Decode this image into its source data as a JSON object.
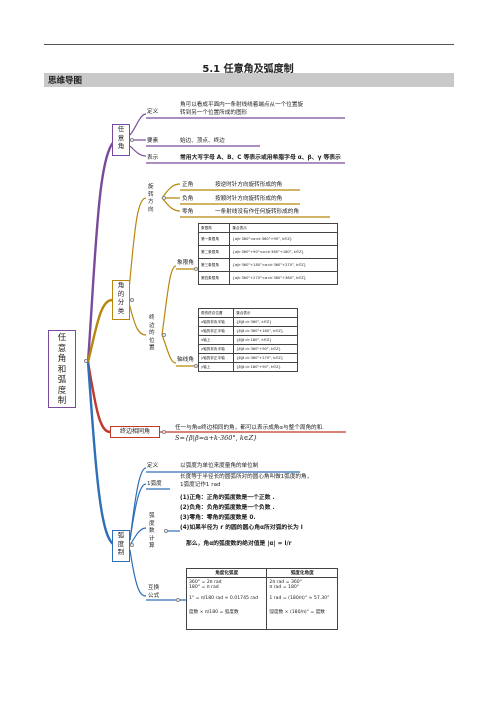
{
  "header": {
    "title": "5.1 任意角及弧度制",
    "banner": "思维导图"
  },
  "colors": {
    "purple": "#7a4a9c",
    "gold": "#b8860b",
    "red": "#c0392b",
    "blue": "#2e6fb8",
    "root": "#7a4a9c"
  },
  "root": {
    "chars": [
      "任",
      "意",
      "角",
      "和",
      "弧",
      "度",
      "制"
    ]
  },
  "ren_yi_jiao": {
    "label_chars": [
      "任",
      "意",
      "角"
    ],
    "definition_label": "定义",
    "definition_text_1": "角可以看成平面内一条射线绕着端点从一个位置旋",
    "definition_text_2": "转到另一个位置所成的图形",
    "elements_label": "要素",
    "elements_text": "始边、顶点、终边",
    "notation_label": "表示",
    "notation_text": "常用大写字母 A、B、C 等表示或用希腊字母 α、β、γ 等表示"
  },
  "jiao_fen_lei": {
    "label_chars": [
      "角",
      "的",
      "分",
      "类"
    ],
    "rotation_label": [
      "旋",
      "转",
      "方",
      "向"
    ],
    "positive_label": "正角",
    "positive_text": "按逆时针方向旋转形成的角",
    "negative_label": "负角",
    "negative_text": "按顺时针方向旋转形成的角",
    "zero_label": "零角",
    "zero_text": "一条射线没有作任何旋转形成的角",
    "terminal_label": [
      "终",
      "边",
      "的",
      "位",
      "置"
    ],
    "quadrant_label": "象限角",
    "quadrant_table": {
      "headers": [
        "象限角",
        "集合表示"
      ],
      "rows": [
        [
          "第一象限角",
          "{α|k·360°<α<k·360°+90°, k∈Z}"
        ],
        [
          "第二象限角",
          "{α|k·360°+90°<α<k·360°+180°, k∈Z}"
        ],
        [
          "第三象限角",
          "{α|k·360°+180°<α<k·360°+270°, k∈Z}"
        ],
        [
          "第四象限角",
          "{α|k·360°+270°<α<k·360°+360°, k∈Z}"
        ]
      ]
    },
    "axis_label": "轴线角",
    "axis_table": {
      "headers": [
        "角的终边位置",
        "集合表示"
      ],
      "rows": [
        [
          "x轴的非负半轴",
          "{β|β=k·360°, k∈Z}"
        ],
        [
          "x轴的非正半轴",
          "{β|β=k·360°+180°, k∈Z}"
        ],
        [
          "x轴上",
          "{β|β=k·180°, k∈Z}"
        ],
        [
          "y轴的非负半轴",
          "{β|β=k·360°+90°, k∈Z}"
        ],
        [
          "y轴的非正半轴",
          "{β|β=k·360°+270°, k∈Z}"
        ],
        [
          "y轴上",
          "{β|β=k·180°+90°, k∈Z}"
        ]
      ]
    }
  },
  "zhong_bian": {
    "label": "终边相同角",
    "text": "任一与角α终边相同的角，都可以表示成角α与整个周角的和.",
    "formula": "S={β|β=α+k·360°, k∈Z}"
  },
  "hu_du_zhi": {
    "label_chars": [
      "弧",
      "度",
      "制"
    ],
    "definition_label": "定义",
    "definition_text": "以弧度为单位来度量角的单位制",
    "one_rad_label": "1弧度",
    "one_rad_text_1": "长度等于半径长的圆弧所对的圆心角叫做1弧度的角，",
    "one_rad_text_2": "1弧度记作1 rad",
    "calc_label": [
      "弧",
      "度",
      "数",
      "计",
      "算"
    ],
    "calc_lines": [
      "(1)正角：正角的弧度数是一个正数 .",
      "(2)负角：负角的弧度数是一个负数 .",
      "(3)零角：零角的弧度数是 0.",
      "(4)如果半径为 r 的圆的圆心角α所对弧的长为 l",
      "那么，角α的弧度数的绝对值是 |α| = l/r"
    ],
    "convert_label": [
      "互",
      "换",
      "公",
      "式"
    ],
    "deg_to_rad": {
      "header": "角度化弧度",
      "lines": [
        "360° = 2π rad",
        "180° = π rad",
        "1° = π/180 rad ≈ 0.01745 rad",
        "度数 × π/180 = 弧度数"
      ]
    },
    "rad_to_deg": {
      "header": "弧度化角度",
      "lines": [
        "2π rad = 360°",
        "π rad = 180°",
        "1 rad = (180/π)° ≈ 57.30°",
        "弧度数 × (180/π)° = 度数"
      ]
    }
  }
}
